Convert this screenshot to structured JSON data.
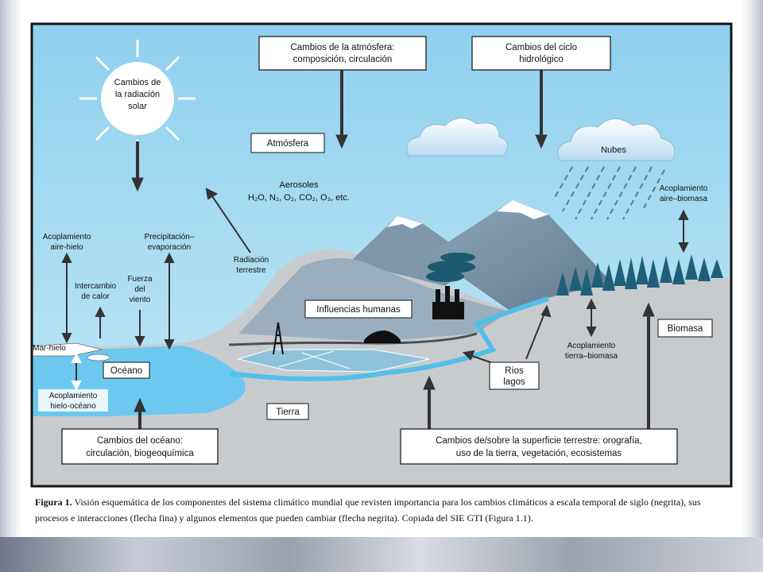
{
  "boxes": {
    "atmos_changes_1": "Cambios de la atmósfera:",
    "atmos_changes_2": "composición, circulación",
    "hydro_changes_1": "Cambios del ciclo",
    "hydro_changes_2": "hidrológico",
    "atmosfera": "Atmósfera",
    "influencias": "Influencias humanas",
    "oceano": "Océano",
    "tierra": "Tierra",
    "biomasa": "Biomasa",
    "rios_1": "Ríos",
    "rios_2": "lagos",
    "ocean_changes_1": "Cambios del océano:",
    "ocean_changes_2": "circulación, biogeoquímica",
    "surface_changes_1": "Cambios de/sobre la superficie terrestre: orografía,",
    "surface_changes_2": "uso de la tierra, vegetación, ecosistemas"
  },
  "labels": {
    "solar_1": "Cambios de",
    "solar_2": "la radiación",
    "solar_3": "solar",
    "aerosoles": "Aerosoles",
    "gases": "H₂O, N₂, O₂, CO₂, O₃, etc.",
    "nubes": "Nubes",
    "radiacion_1": "Radiación",
    "radiacion_2": "terrestre",
    "aire_hielo_1": "Acoplamiento",
    "aire_hielo_2": "aire-hielo",
    "precip_1": "Precipitación–",
    "precip_2": "evaporación",
    "calor_1": "Intercambio",
    "calor_2": "de calor",
    "viento_1": "Fuerza",
    "viento_2": "del",
    "viento_3": "viento",
    "mar_hielo": "Mar-hielo",
    "hielo_oceano_1": "Acoplamiento",
    "hielo_oceano_2": "hielo-océano",
    "aire_biomasa_1": "Acoplamiento",
    "aire_biomasa_2": "aire–biomasa",
    "tierra_biomasa_1": "Acoplamiento",
    "tierra_biomasa_2": "tierra–biomasa"
  },
  "caption": {
    "figure_label": "Figura 1.",
    "text": "Visión esquemática de los componentes del sistema climático mundial que revisten importancia para los cambios climáticos a escala temporal de siglo (negrita), sus procesos e interacciones (flecha fina) y algunos elementos que pueden cambiar (flecha negrita). Copiada del SIE GTI (Figura 1.1)."
  },
  "colors": {
    "sky": "#9ed8f1",
    "land": "#c9cccf",
    "mountain": "#7c94a8",
    "ocean": "#6cc6ee",
    "trees": "#1f5e78",
    "border": "#151515"
  }
}
